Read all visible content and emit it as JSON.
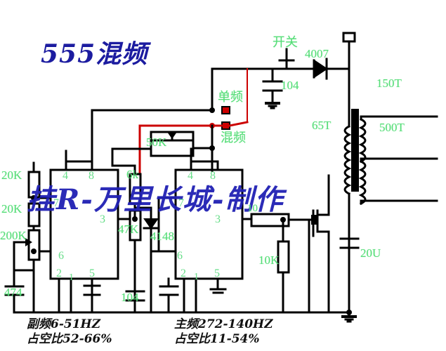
{
  "diagram": {
    "title": "555混频",
    "watermark": "挂R-万里长城-制作",
    "colors": {
      "wire": "#000000",
      "label": "#55dd77",
      "title": "#1c1ca0",
      "switch_wire": "#cc0000",
      "background": "#ffffff"
    }
  },
  "components": {
    "r_20k_1": "20K",
    "r_20k_2": "20K",
    "pot_200k": "200K",
    "c_474": "474",
    "c_104_left": "104",
    "r_6k": "6k",
    "r_47k": "47K",
    "d_4148": "4148",
    "pot_50k": "50K",
    "r_10": "10",
    "r_10k": "10K",
    "c_104_top": "104",
    "d_4007": "4007",
    "c_20u": "20U",
    "winding_65t": "65T",
    "winding_150t": "150T",
    "winding_500t": "500T",
    "switch_label": "开关",
    "mode_single": "单频",
    "mode_mixed": "混频"
  },
  "ic_left": {
    "pins": [
      "4",
      "8",
      "7",
      "3",
      "6",
      "2",
      "1",
      "5"
    ]
  },
  "ic_right": {
    "pins": [
      "4",
      "8",
      "7",
      "3",
      "6",
      "2",
      "1",
      "5"
    ]
  },
  "captions": {
    "left_line1": "副频6-51HZ",
    "left_line2": "占空比52-66%",
    "right_line1": "主频272-140HZ",
    "right_line2": "占空比11-54%"
  }
}
